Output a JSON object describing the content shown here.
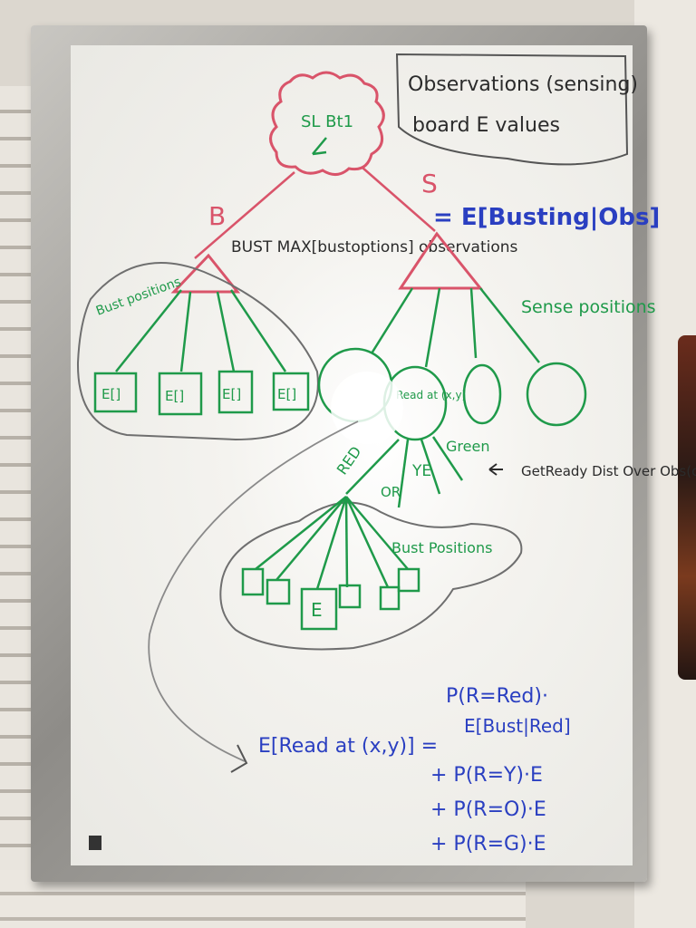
{
  "whiteboard": {
    "root_label": "SL Bt1",
    "notes": {
      "line1": "Observations (sensing)",
      "line2": "board E values"
    },
    "edge_b": "B",
    "edge_s": "S",
    "bust_max": "BUST MAX[bustoptions] observations",
    "bust_max_equals": "= E[Busting|Obs]",
    "bust_positions_top": "Bust positions",
    "sense_positions": "Sense positions",
    "bust_boxes": [
      "E[]",
      "E[]",
      "E[]",
      "E[]"
    ],
    "read_node": "Read at (x,y)",
    "branch_red": "RED",
    "branch_or": "OR",
    "branch_ye": "YE",
    "branch_green": "Green",
    "get_ready": "GetReady Dist Over Obs(obs,pos)",
    "bust_positions_bottom": "Bust Positions",
    "bottom_box": "E",
    "formula": {
      "lhs": "E[Read at (x,y)] =",
      "t1a": "P(R=Red)·",
      "t1b": "E[Bust|Red]",
      "t2": "+ P(R=Y)·E",
      "t3": "+ P(R=O)·E",
      "t4": "+ P(R=G)·E"
    }
  },
  "colors": {
    "red_marker": "#d9546a",
    "green_marker": "#1f9a4a",
    "blue_marker": "#2a3fc1",
    "black_marker": "#2b2b2b",
    "gray_marker": "#6f6f6f"
  }
}
